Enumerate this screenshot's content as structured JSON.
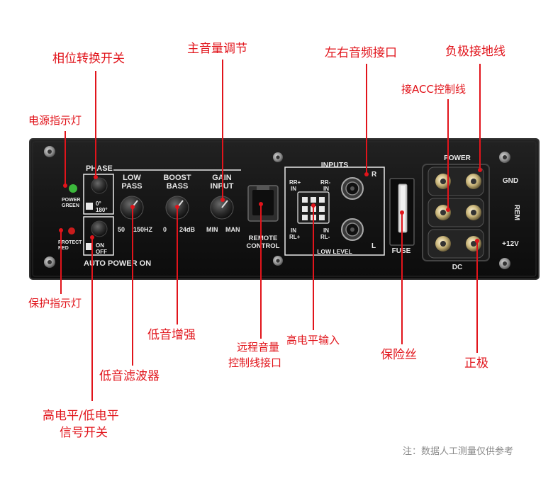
{
  "panel": {
    "phase": {
      "title": "PHASE",
      "deg0": "0°",
      "deg180": "180°"
    },
    "auto_power": {
      "on": "ON",
      "off": "OFF",
      "title": "AUTO POWER ON"
    },
    "low_pass": {
      "title_line1": "LOW",
      "title_line2": "PASS",
      "min": "50",
      "max": "150HZ"
    },
    "boost_bass": {
      "title_line1": "BOOST",
      "title_line2": "BASS",
      "min": "0",
      "max": "24dB"
    },
    "gain_input": {
      "title_line1": "GAIN",
      "title_line2": "INPUT",
      "min": "MIN",
      "max": "MAN"
    },
    "power_led": {
      "line1": "POWER",
      "line2": "GREEN",
      "color": "#3cb83c"
    },
    "protect_led": {
      "line1": "PROTECT",
      "line2": "RED",
      "color": "#c81c1c"
    },
    "remote": {
      "line1": "REMOTE",
      "line2": "CONTROL"
    },
    "inputs": {
      "title": "INPUTS",
      "rr_plus": "RR+",
      "rr_minus": "RR-",
      "in_left": "IN",
      "in_right": "IN",
      "in_left_bottom": "IN",
      "in_right_bottom": "IN",
      "rl_plus": "RL+",
      "rl_minus": "RL-",
      "rca_r": "R",
      "rca_l": "L",
      "low_level": "LOW LEVEL"
    },
    "fuse": "FUSE",
    "power_block": {
      "top": "POWER",
      "bottom": "DC",
      "gnd": "GND",
      "rem": "REM",
      "v12": "+12V"
    }
  },
  "callouts": {
    "power_indicator": "电源指示灯",
    "phase_switch": "相位转换开关",
    "volume": "主音量调节",
    "lr_audio": "左右音频接口",
    "neg_ground": "负极接地线",
    "acc": "接ACC控制线",
    "protect_indicator": "保护指示灯",
    "bass_boost": "低音增强",
    "low_pass_filter": "低音滤波器",
    "level_switch_l1": "高电平/低电平",
    "level_switch_l2": "信号开关",
    "remote_l1": "远程音量",
    "remote_l2": "控制线接口",
    "high_level_input": "高电平输入",
    "fuse": "保险丝",
    "positive": "正极"
  },
  "colors": {
    "accent": "#e1141b",
    "panel": "#121212"
  },
  "note": "注：数据人工测量仅供参考"
}
